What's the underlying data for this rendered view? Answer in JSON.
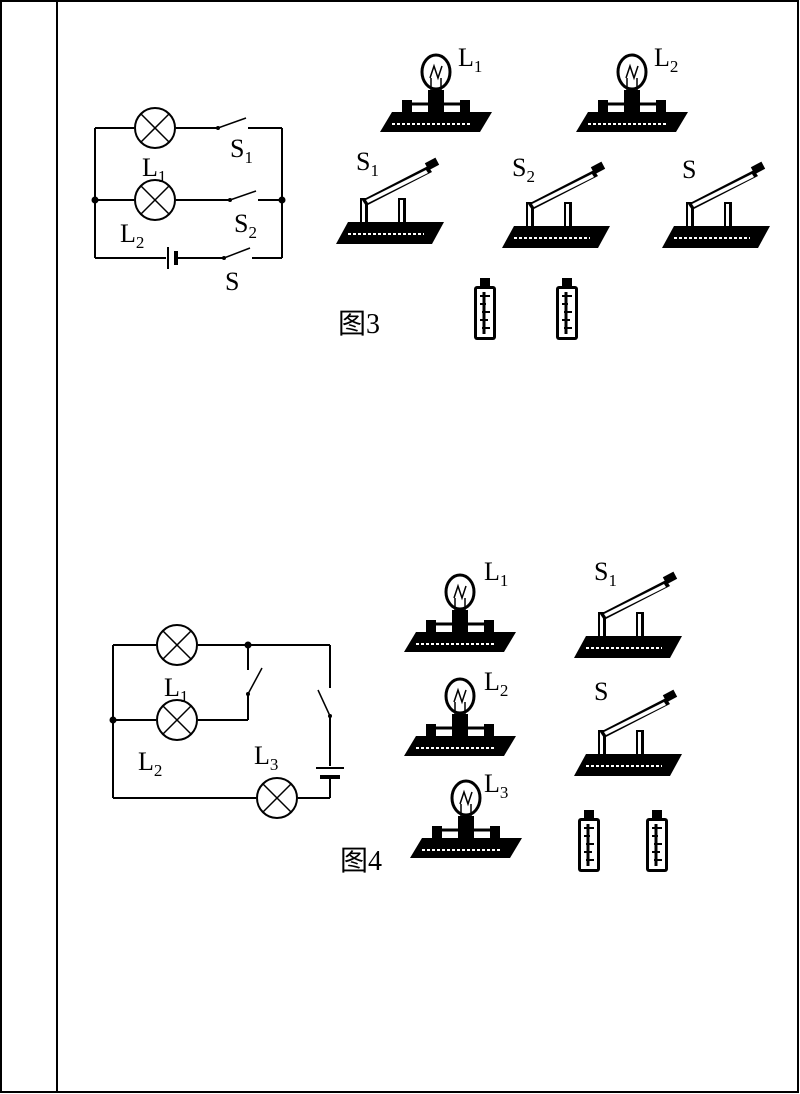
{
  "figure3": {
    "caption": "图3",
    "schematic": {
      "lamp_top_label": "L",
      "lamp_top_sub": "1",
      "lamp_bottom_label": "L",
      "lamp_bottom_sub": "2",
      "switch1_label": "S",
      "switch1_sub": "1",
      "switch2_label": "S",
      "switch2_sub": "2",
      "main_switch_label": "S"
    },
    "components": [
      {
        "kind": "bulb",
        "label": "L",
        "sub": "1"
      },
      {
        "kind": "bulb",
        "label": "L",
        "sub": "2"
      },
      {
        "kind": "switch",
        "label": "S",
        "sub": "1"
      },
      {
        "kind": "switch",
        "label": "S",
        "sub": "2"
      },
      {
        "kind": "switch",
        "label": "S",
        "sub": ""
      },
      {
        "kind": "battery",
        "label": "",
        "sub": ""
      },
      {
        "kind": "battery",
        "label": "",
        "sub": ""
      }
    ]
  },
  "figure4": {
    "caption": "图4",
    "schematic": {
      "lamp1_label": "L",
      "lamp1_sub": "1",
      "lamp2_label": "L",
      "lamp2_sub": "2",
      "lamp3_label": "L",
      "lamp3_sub": "3"
    },
    "components": [
      {
        "kind": "bulb",
        "label": "L",
        "sub": "1"
      },
      {
        "kind": "bulb",
        "label": "L",
        "sub": "2"
      },
      {
        "kind": "bulb",
        "label": "L",
        "sub": "3"
      },
      {
        "kind": "switch",
        "label": "S",
        "sub": "1"
      },
      {
        "kind": "switch",
        "label": "S",
        "sub": ""
      },
      {
        "kind": "battery",
        "label": "",
        "sub": ""
      },
      {
        "kind": "battery",
        "label": "",
        "sub": ""
      }
    ]
  }
}
